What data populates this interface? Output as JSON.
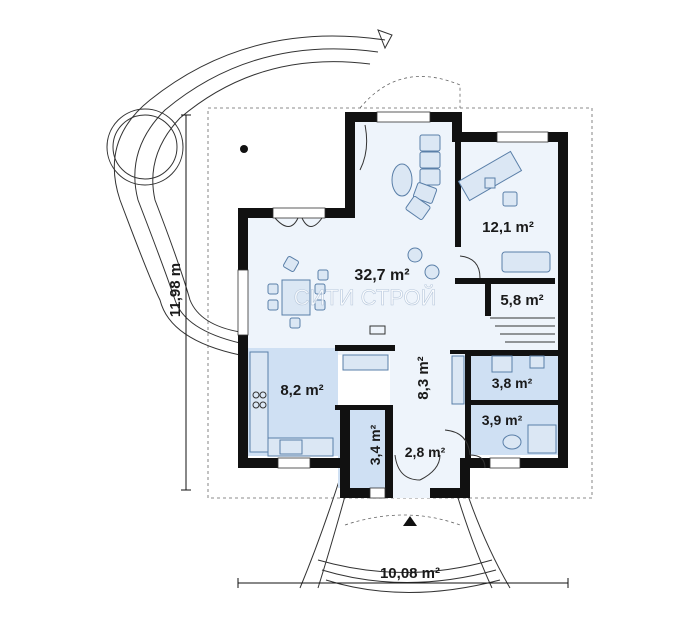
{
  "colors": {
    "floor": "#eef4fb",
    "wet_zone": "#cfe0f3",
    "wall": "#111111",
    "furniture": "#dbe7f4",
    "furniture_stroke": "#5a7fa8"
  },
  "rooms": {
    "living": "32,7 m²",
    "office": "12,1 m²",
    "hall_small": "5,8 m²",
    "kitchen": "8,2 m²",
    "corridor": "8,3 m²",
    "bath_upper": "3,8 m²",
    "bath_lower": "3,9 m²",
    "storage": "3,4 m²",
    "vestibule": "2,8 m²"
  },
  "dimensions": {
    "height": "11,98 m",
    "width": "10,08 m²"
  },
  "watermark": "СИТИ СТРОЙ"
}
